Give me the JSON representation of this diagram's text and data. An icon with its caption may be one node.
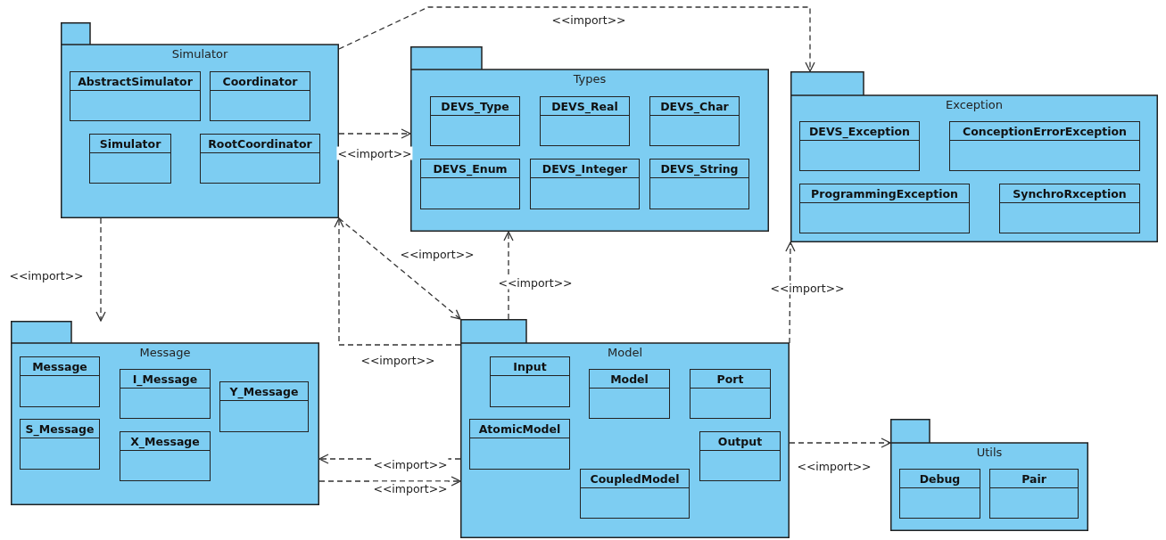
{
  "diagram": {
    "nodes": [
      {
        "text": [
          "Simulator"
        ]
      },
      {
        "text": [
          "AbstractSimulator"
        ],
        "in": 0
      },
      {
        "text": [
          "Coordinator"
        ],
        "in": 0
      },
      {
        "text": [
          "Simulator"
        ],
        "in": 0
      },
      {
        "text": [
          "RootCoordinator"
        ],
        "in": 0
      },
      {
        "text": [
          "Types"
        ]
      },
      {
        "text": [
          "DEVS_Type"
        ],
        "in": 5
      },
      {
        "text": [
          "DEVS_Real"
        ],
        "in": 5
      },
      {
        "text": [
          "DEVS_Char"
        ],
        "in": 5
      },
      {
        "text": [
          "DEVS_Enum"
        ],
        "in": 5
      },
      {
        "text": [
          "DEVS_Integer"
        ],
        "in": 5
      },
      {
        "text": [
          "DEVS_String"
        ],
        "in": 5
      },
      {
        "text": [
          "Exception"
        ]
      },
      {
        "text": [
          "DEVS_Exception"
        ],
        "in": 12
      },
      {
        "text": [
          "ConceptionErrorException"
        ],
        "in": 12
      },
      {
        "text": [
          "ProgrammingException"
        ],
        "in": 12
      },
      {
        "text": [
          "SynchroRxception"
        ],
        "in": 12
      },
      {
        "text": [
          "Message"
        ]
      },
      {
        "text": [
          "Message"
        ],
        "in": 17
      },
      {
        "text": [
          "I_Message"
        ],
        "in": 17
      },
      {
        "text": [
          "Y_Message"
        ],
        "in": 17
      },
      {
        "text": [
          "S_Message"
        ],
        "in": 17
      },
      {
        "text": [
          "X_Message"
        ],
        "in": 17
      },
      {
        "text": [
          "Model"
        ]
      },
      {
        "text": [
          "Input"
        ],
        "in": 23
      },
      {
        "text": [
          "Model"
        ],
        "in": 23
      },
      {
        "text": [
          "Port"
        ],
        "in": 23
      },
      {
        "text": [
          "AtomicModel"
        ],
        "in": 23
      },
      {
        "text": [
          "Output"
        ],
        "in": 23
      },
      {
        "text": [
          "CoupledModel"
        ],
        "in": 23
      },
      {
        "text": [
          "Utils"
        ]
      },
      {
        "text": [
          "Debug"
        ],
        "in": 30
      },
      {
        "text": [
          "Pair"
        ],
        "in": 30
      }
    ],
    "edges": [
      {
        "from": 0,
        "to": 12,
        "arrow": "to",
        "label": "<<import>>",
        "style": "dashed"
      },
      {
        "from": 0,
        "to": 5,
        "arrow": "to",
        "label": "<<import>>",
        "style": "dashed"
      },
      {
        "from": 0,
        "to": 17,
        "arrow": "to",
        "label": "<<import>>",
        "style": "dashed"
      },
      {
        "from": 23,
        "to": 0,
        "arrow": "to",
        "label": "<<import>>",
        "style": "dashed"
      },
      {
        "from": 0,
        "to": 23,
        "arrow": "to",
        "label": "<<import>>",
        "style": "dashed"
      },
      {
        "from": 23,
        "to": 5,
        "arrow": "to",
        "label": "<<import>>",
        "style": "dashed"
      },
      {
        "from": 23,
        "to": 12,
        "arrow": "to",
        "label": "<<import>>",
        "style": "dashed"
      },
      {
        "from": 23,
        "to": 17,
        "arrow": "to",
        "label": "<<import>>",
        "style": "dashed"
      },
      {
        "from": 17,
        "to": 23,
        "arrow": "to",
        "label": "<<import>>",
        "style": "dashed"
      },
      {
        "from": 23,
        "to": 30,
        "arrow": "to",
        "label": "<<import>>",
        "style": "dashed"
      }
    ]
  }
}
